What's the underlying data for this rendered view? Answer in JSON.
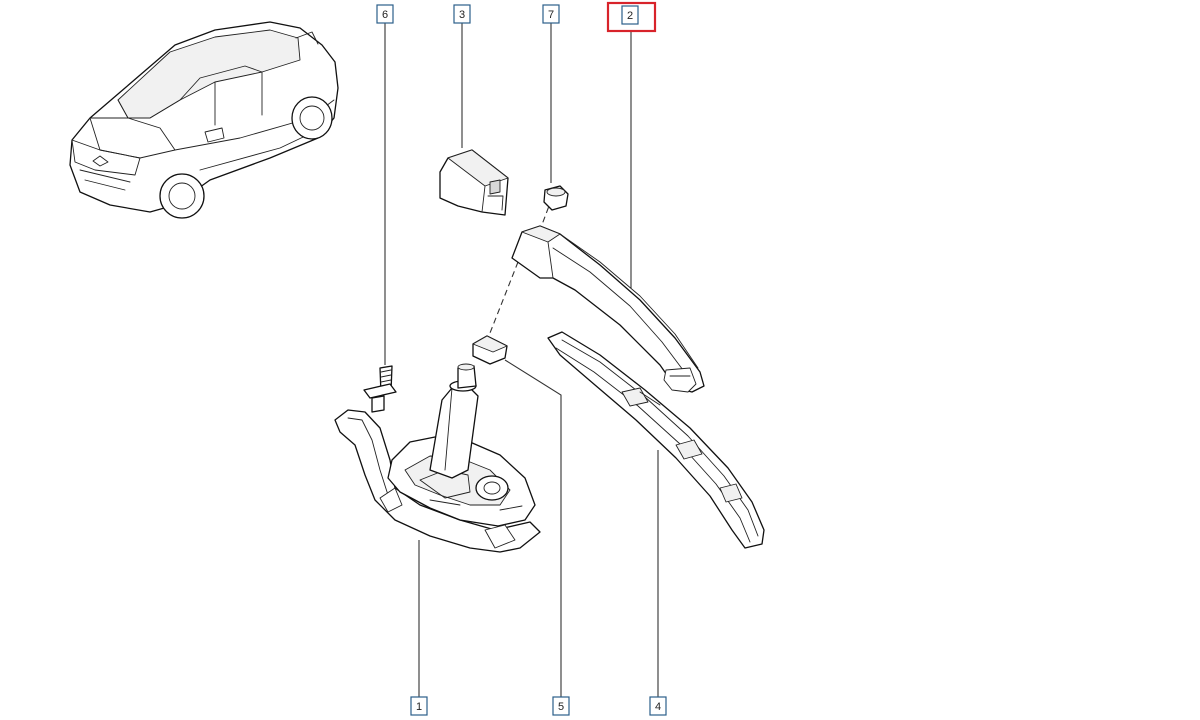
{
  "callouts": {
    "c6": "6",
    "c3": "3",
    "c7": "7",
    "c2": "2",
    "c1": "1",
    "c5": "5",
    "c4": "4"
  },
  "highlighted_callout": "2",
  "colors": {
    "line": "#111111",
    "callout_border": "#2b5f8a",
    "highlight": "#d8232a"
  }
}
